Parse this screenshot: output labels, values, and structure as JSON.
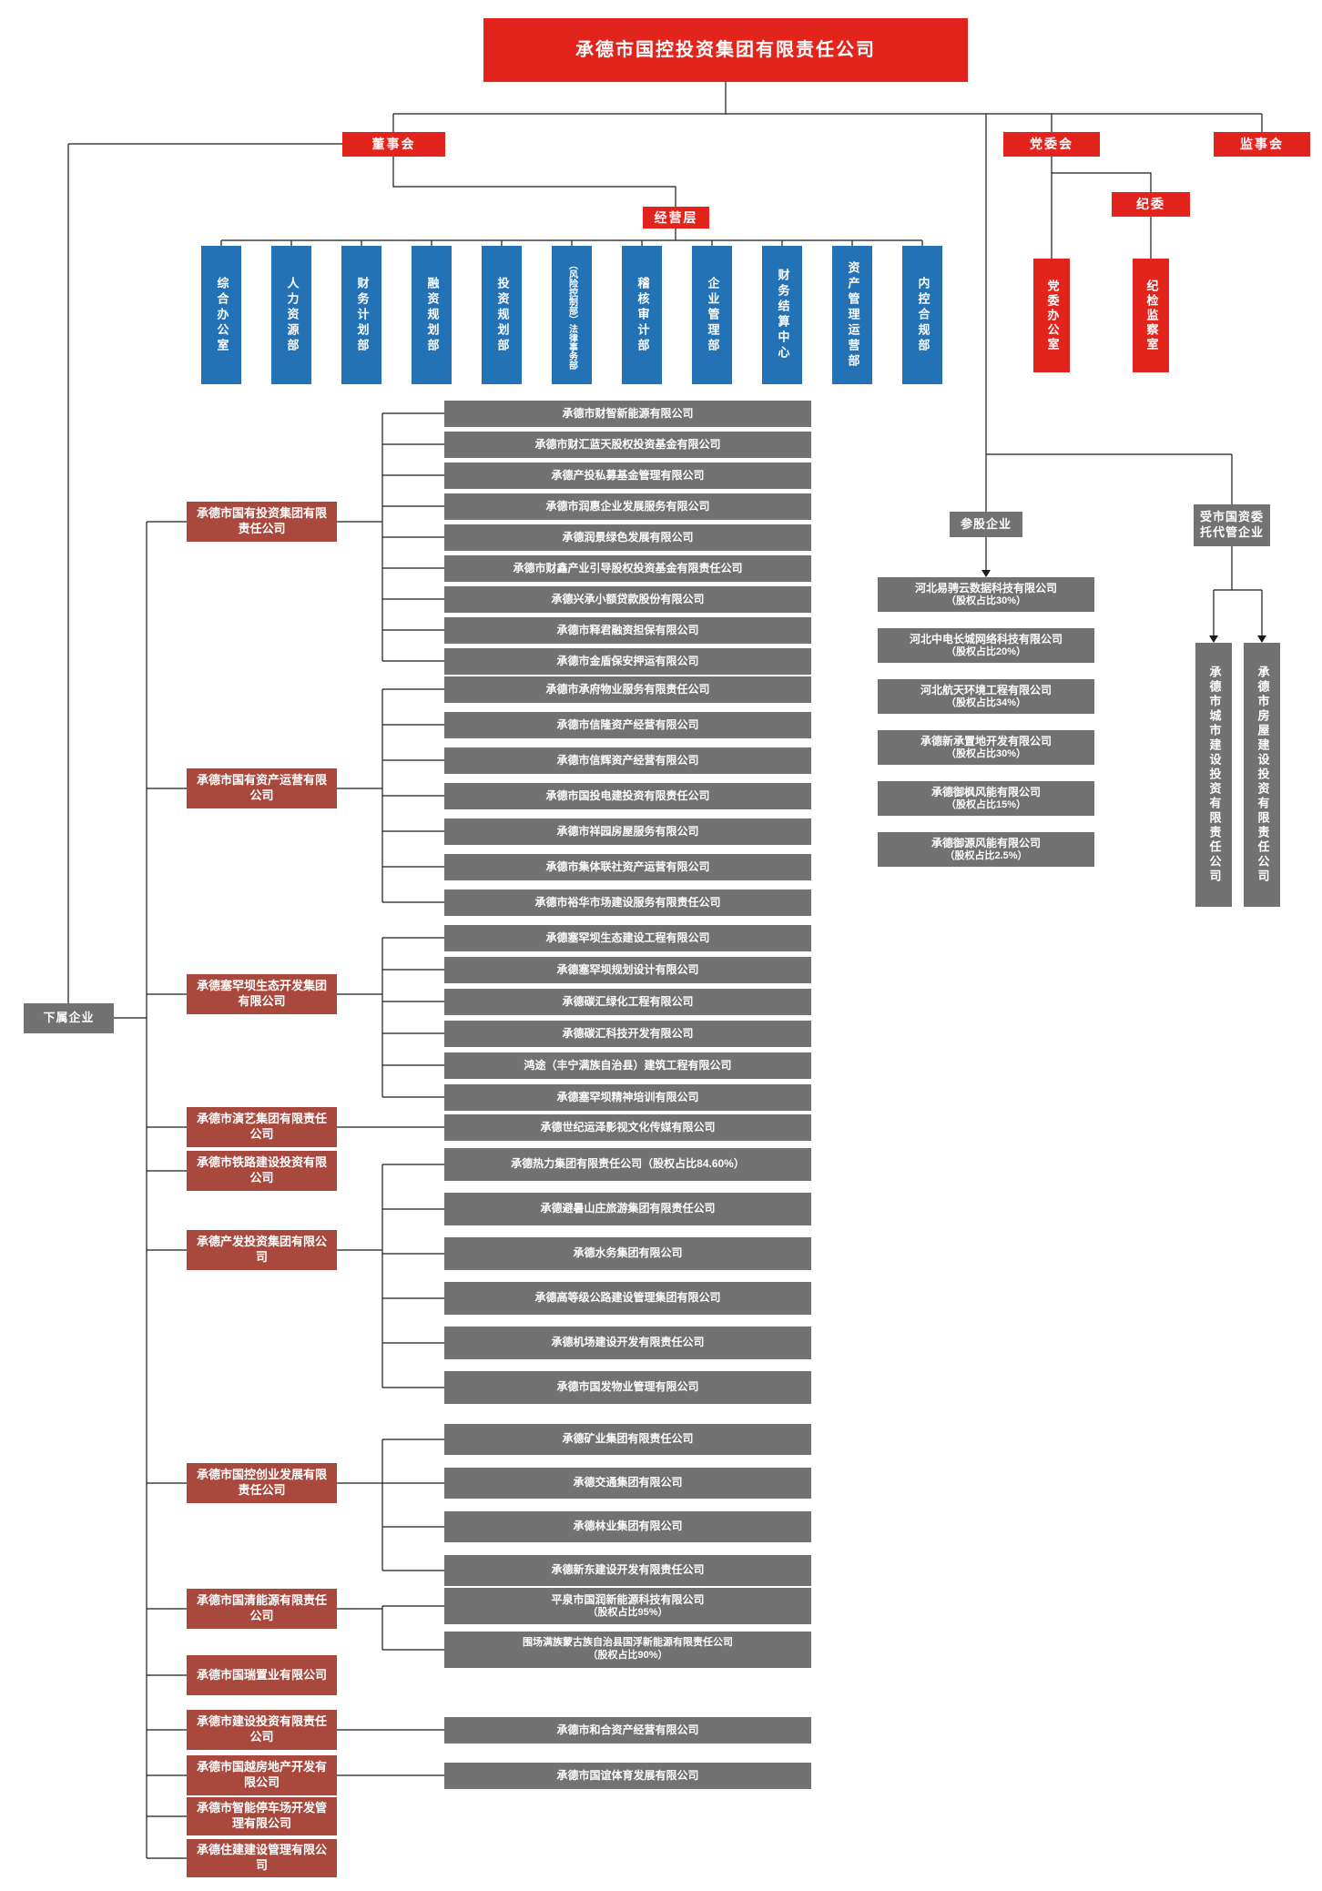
{
  "title": "承德市国控投资集团有限责任公司",
  "governance": {
    "board": "董事会",
    "party": "党委会",
    "supervisors": "监事会",
    "discipline": "纪委",
    "management": "经营层"
  },
  "departments": [
    "综合办公室",
    "人力资源部",
    "财务计划部",
    "融资规划部",
    "投资规划部",
    "（风险控制部）法律事务部",
    "稽核审计部",
    "企业管理部",
    "财务结算中心",
    "资产管理运营部",
    "内控合规部"
  ],
  "party_offices": [
    "党委办公室",
    "纪检监察室"
  ],
  "left_label": "下属企业",
  "subsidiaries": [
    {
      "name": "承德市国有投资集团有限责任公司",
      "children": [
        {
          "name": "承德市财智新能源有限公司"
        },
        {
          "name": "承德市财汇蓝天股权投资基金有限公司"
        },
        {
          "name": "承德产投私募基金管理有限公司"
        },
        {
          "name": "承德市润惠企业发展服务有限公司"
        },
        {
          "name": "承德润景绿色发展有限公司"
        },
        {
          "name": "承德市财鑫产业引导股权投资基金有限责任公司"
        },
        {
          "name": "承德兴承小额贷款股份有限公司"
        },
        {
          "name": "承德市释君融资担保有限公司"
        },
        {
          "name": "承德市金盾保安押运有限公司"
        }
      ]
    },
    {
      "name": "承德市国有资产运营有限公司",
      "children": [
        {
          "name": "承德市承府物业服务有限责任公司"
        },
        {
          "name": "承德市信隆资产经营有限公司"
        },
        {
          "name": "承德市信辉资产经营有限公司"
        },
        {
          "name": "承德市国投电建投资有限责任公司"
        },
        {
          "name": "承德市祥园房屋服务有限公司"
        },
        {
          "name": "承德市集体联社资产运营有限公司"
        },
        {
          "name": "承德市裕华市场建设服务有限责任公司"
        }
      ]
    },
    {
      "name": "承德塞罕坝生态开发集团有限公司",
      "children": [
        {
          "name": "承德塞罕坝生态建设工程有限公司"
        },
        {
          "name": "承德塞罕坝规划设计有限公司"
        },
        {
          "name": "承德碳汇绿化工程有限公司"
        },
        {
          "name": "承德碳汇科技开发有限公司"
        },
        {
          "name": "鸿途（丰宁满族自治县）建筑工程有限公司"
        },
        {
          "name": "承德塞罕坝精神培训有限公司"
        }
      ]
    },
    {
      "name": "承德市演艺集团有限责任公司",
      "children": [
        {
          "name": "承德世纪运泽影视文化传媒有限公司"
        }
      ]
    },
    {
      "name": "承德市铁路建设投资有限公司",
      "children": []
    },
    {
      "name": "承德产发投资集团有限公司",
      "children": [
        {
          "name": "承德热力集团有限责任公司（股权占比84.60%）"
        },
        {
          "name": "承德避暑山庄旅游集团有限责任公司"
        },
        {
          "name": "承德水务集团有限公司"
        },
        {
          "name": "承德高等级公路建设管理集团有限公司"
        },
        {
          "name": "承德机场建设开发有限责任公司"
        },
        {
          "name": "承德市国发物业管理有限公司"
        }
      ]
    },
    {
      "name": "承德市国控创业发展有限责任公司",
      "children": [
        {
          "name": "承德矿业集团有限责任公司"
        },
        {
          "name": "承德交通集团有限公司"
        },
        {
          "name": "承德林业集团有限公司"
        },
        {
          "name": "承德新东建设开发有限责任公司"
        }
      ]
    },
    {
      "name": "承德市国清能源有限责任公司",
      "children": [
        {
          "name": "平泉市国润新能源科技有限公司",
          "share": "（股权占比95%）"
        },
        {
          "name": "围场满族蒙古族自治县国浮新能源有限责任公司",
          "share": "（股权占比90%）"
        }
      ]
    },
    {
      "name": "承德市国瑞置业有限公司",
      "children": []
    },
    {
      "name": "承德市建设投资有限责任公司",
      "children": [
        {
          "name": "承德市和合资产经营有限公司"
        }
      ]
    },
    {
      "name": "承德市国越房地产开发有限公司",
      "children": [
        {
          "name": "承德市国谊体育发展有限公司"
        }
      ]
    },
    {
      "name": "承德市智能停车场开发管理有限公司",
      "children": []
    },
    {
      "name": "承德住建建设管理有限公司",
      "children": []
    }
  ],
  "equity": {
    "label": "参股企业",
    "companies": [
      {
        "name": "河北易骋云数据科技有限公司",
        "share": "（股权占比30%）"
      },
      {
        "name": "河北中电长城网络科技有限公司",
        "share": "（股权占比20%）"
      },
      {
        "name": "河北航天环境工程有限公司",
        "share": "（股权占比34%）"
      },
      {
        "name": "承德新承置地开发有限公司",
        "share": "（股权占比30%）"
      },
      {
        "name": "承德御枫风能有限公司",
        "share": "（股权占比15%）"
      },
      {
        "name": "承德御源风能有限公司",
        "share": "（股权占比2.5%）"
      }
    ]
  },
  "entrusted": {
    "label": "受市国资委托代管企业",
    "companies": [
      "承德市城市建设投资有限责任公司",
      "承德市房屋建设投资有限责任公司"
    ]
  },
  "colors": {
    "red": "#e2241d",
    "blue": "#2272b5",
    "brick": "#a9493e",
    "gray": "#727272",
    "line": "#1a1a1a"
  }
}
